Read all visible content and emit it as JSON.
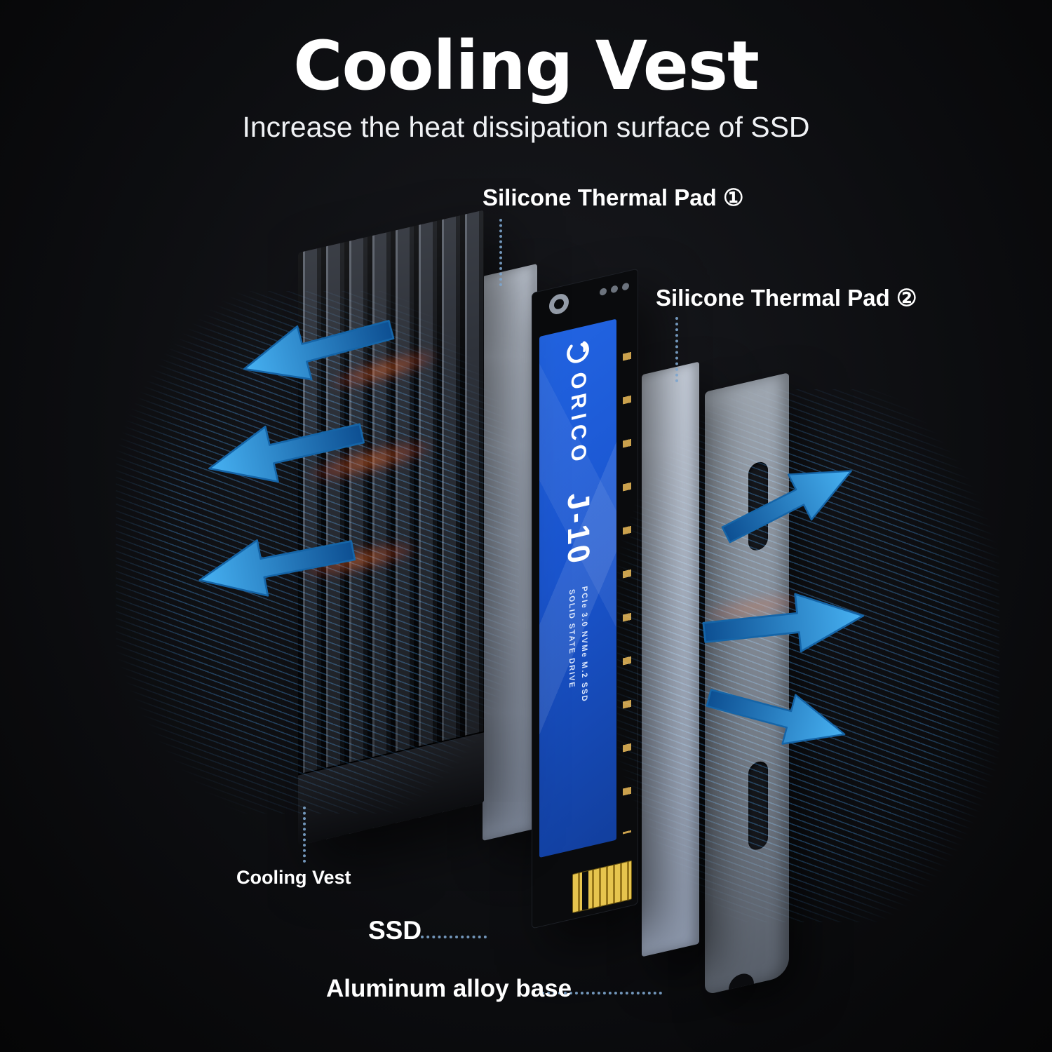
{
  "header": {
    "title": "Cooling Vest",
    "subtitle": "Increase the heat dissipation surface of SSD"
  },
  "callouts": {
    "pad1": "Silicone Thermal Pad ①",
    "pad2": "Silicone Thermal Pad ②",
    "cooling_vest": "Cooling Vest",
    "ssd": "SSD",
    "base": "Aluminum alloy base"
  },
  "ssd": {
    "brand": "ORICO",
    "model": "J-10",
    "spec1": "SOLID STATE DRIVE",
    "spec2": "PCIe 3.0 NVMe M.2 SSD"
  },
  "colors": {
    "background": "#0a0a0c",
    "accent_blue": "#2f9bea",
    "ssd_blue": "#1a55cf",
    "pad_gray": "#b9c3d2",
    "heatsink_gray": "#2c3038",
    "base_gray": "#8a929c",
    "connector_gold": "#d9b23a",
    "heat_orange": "#ff7828",
    "text": "#ffffff"
  }
}
